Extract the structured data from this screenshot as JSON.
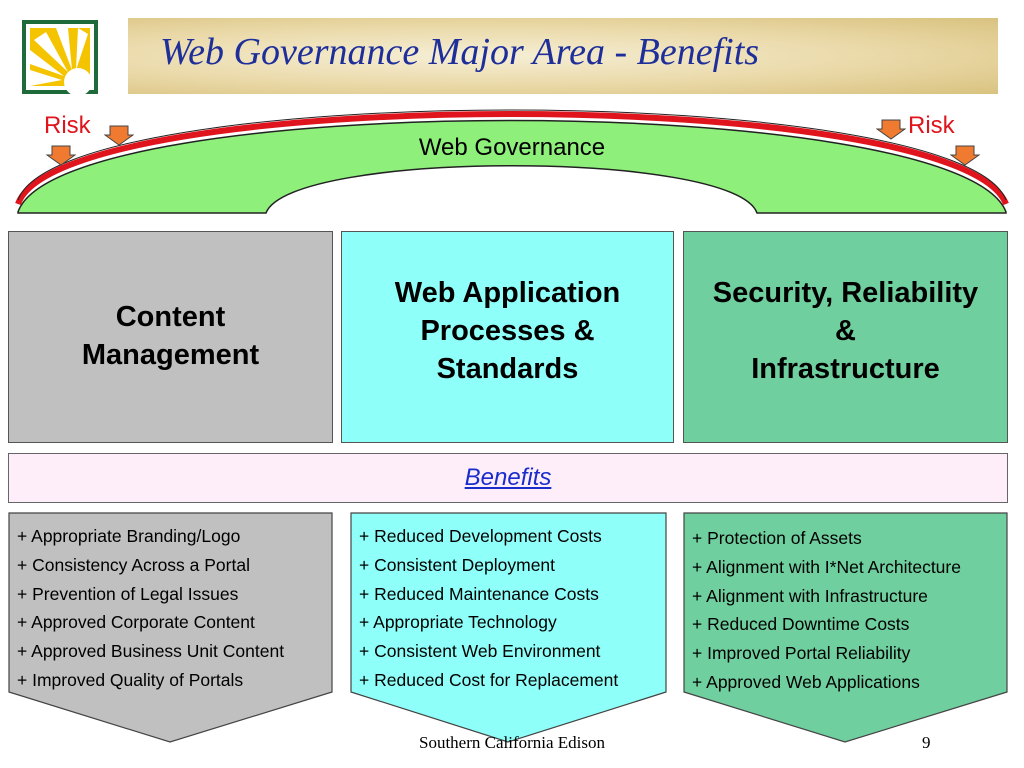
{
  "title": "Web Governance Major Area - Benefits",
  "arch": {
    "label": "Web Governance",
    "risk_left": "Risk",
    "risk_right": "Risk"
  },
  "areas": [
    {
      "lines": [
        "Content",
        "Management"
      ]
    },
    {
      "lines": [
        "Web Application",
        "Processes &",
        "Standards"
      ]
    },
    {
      "lines": [
        "Security, Reliability",
        "&",
        "Infrastructure"
      ]
    }
  ],
  "benefits_label": "Benefits",
  "columns": [
    {
      "items": [
        "Appropriate Branding/Logo",
        "Consistency Across a Portal",
        "Prevention of Legal Issues",
        "Approved Corporate Content",
        "Approved Business Unit Content",
        "Improved Quality of Portals"
      ]
    },
    {
      "items": [
        "Reduced Development Costs",
        "Consistent Deployment",
        "Reduced Maintenance Costs",
        "Appropriate Technology",
        "Consistent Web Environment",
        "Reduced Cost for Replacement"
      ]
    },
    {
      "items": [
        "Protection of Assets",
        "Alignment with I*Net Architecture",
        "Alignment with Infrastructure",
        "Reduced Downtime Costs",
        "Improved Portal Reliability",
        "Approved Web Applications"
      ]
    }
  ],
  "bullet": "+",
  "footer": "Southern California Edison",
  "page_number": "9",
  "colors": {
    "title": "#1f2f9a",
    "arch_fill": "#8ef07a",
    "arch_border": "#e0141c",
    "risk": "#e0141c",
    "risk_arrow": "#f07a30",
    "box_gray": "#c0c0c0",
    "box_cyan": "#8ffff9",
    "box_green": "#6fcf9f",
    "benefits_bg": "#fdeefa",
    "benefits_text": "#1a2ccc"
  }
}
